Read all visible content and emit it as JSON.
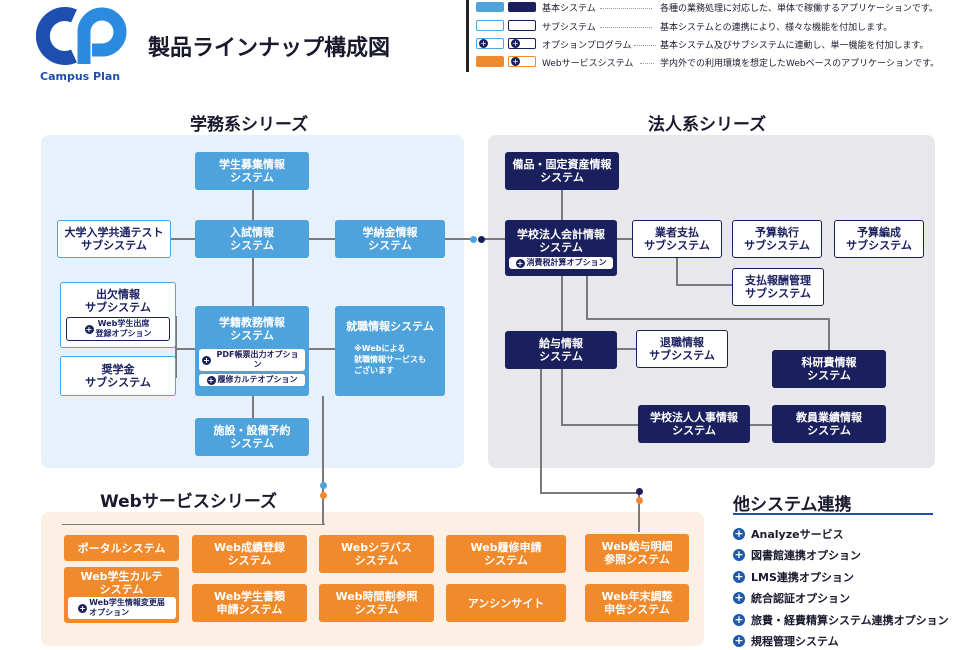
{
  "logo": {
    "text": "Campus Plan"
  },
  "title": "製品ラインナップ構成図",
  "legend": [
    {
      "name": "基本システム",
      "desc": "各種の業務処理に対応した、単体で稼働するアプリケーションです。"
    },
    {
      "name": "サブシステム",
      "desc": "基本システムとの連携により、様々な機能を付加します。"
    },
    {
      "name": "オプションプログラム",
      "desc": "基本システム及びサブシステムに連動し、単一機能を付加します。"
    },
    {
      "name": "Webサービスシステム",
      "desc": "学内外での利用環境を想定したWebベースのアプリケーションです。"
    }
  ],
  "sections": {
    "gakumu": "学務系シリーズ",
    "hojin": "法人系シリーズ",
    "web": "Webサービスシリーズ",
    "other": "他システム連携"
  },
  "gakumu": {
    "gakusei_boshu": "学生募集情報\nシステム",
    "daigaku_test": "大学入学共通テスト\nサブシステム",
    "nyushi": "入試情報\nシステム",
    "gakuno": "学納金情報\nシステム",
    "shukketsu": "出欠情報\nサブシステム",
    "shukketsu_opt": "Web学生出席\n登録オプション",
    "shogakukin": "奨学金\nサブシステム",
    "gakuseki": "学籍教務情報\nシステム",
    "pdf_opt": "PDF帳票出力オプション",
    "rishu_opt": "履修カルテオプション",
    "shushoku": "就職情報システム",
    "shushoku_note": "※Webによる\n就職情報サービスも\nございます",
    "shisetsu": "施設・設備予約\nシステム"
  },
  "hojin": {
    "bihin": "備品・固定資産情報\nシステム",
    "kaikei": "学校法人会計情報\nシステム",
    "kaikei_opt": "消費税計算オプション",
    "gyosha": "業者支払\nサブシステム",
    "yosan_shikko": "予算執行\nサブシステム",
    "yosan_hensei": "予算編成\nサブシステム",
    "shiharai": "支払報酬管理\nサブシステム",
    "kyuyo": "給与情報\nシステム",
    "taishoku": "退職情報\nサブシステム",
    "kakenhi": "科研費情報\nシステム",
    "jinji": "学校法人人事情報\nシステム",
    "kyoin": "教員業績情報\nシステム"
  },
  "web": {
    "portal": "ポータルシステム",
    "karte": "Web学生カルテ\nシステム",
    "karte_opt": "Web学生情報変更届\nオプション",
    "seiseki": "Web成績登録\nシステム",
    "shoshiki": "Web学生書類\n申請システム",
    "syllabus": "Webシラバス\nシステム",
    "jikanwari": "Web時間割参照\nシステム",
    "rishu": "Web履修申請\nシステム",
    "anshin": "アンシンサイト",
    "kyuyo_meisai": "Web給与明細\n参照システム",
    "nenmatsu": "Web年末調整\n申告システム"
  },
  "other_items": [
    "Analyzeサービス",
    "図書館連携オプション",
    "LMS連携オプション",
    "統合認証オプション",
    "旅費・経費精算システム連携オプション",
    "規程管理システム"
  ],
  "colors": {
    "light_blue": "#4fa3dc",
    "navy": "#1a1f5e",
    "orange": "#f08a2c",
    "panel_blue": "#e6f1fb",
    "panel_gray": "#e7e7ec",
    "panel_orange": "#fcf0e4"
  }
}
